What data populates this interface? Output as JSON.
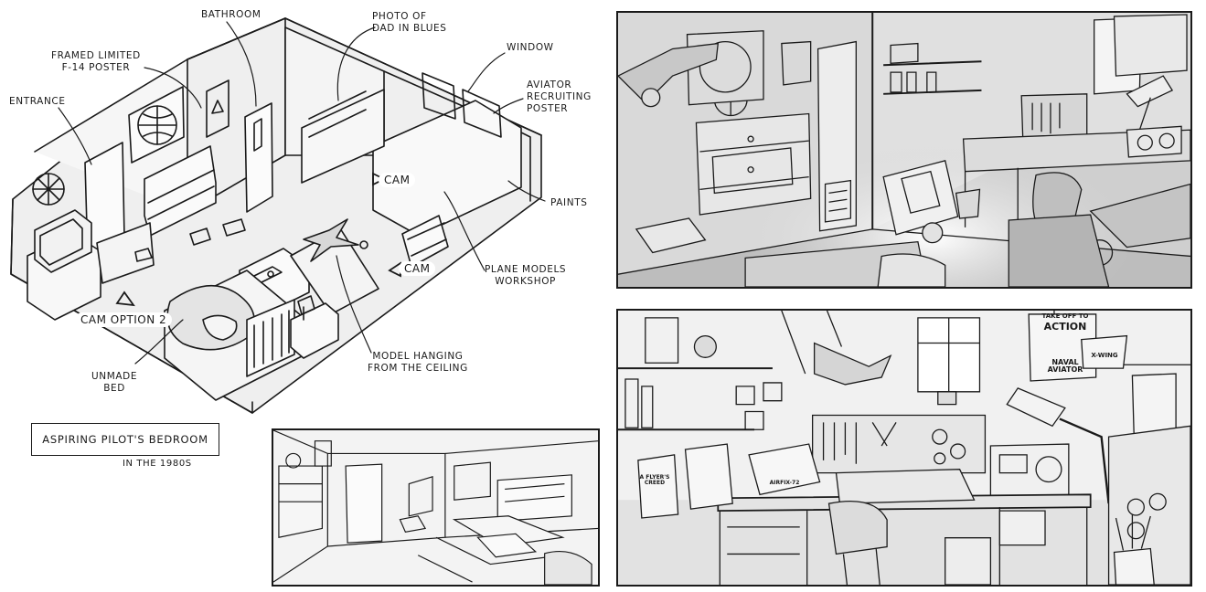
{
  "title": "Aspiring Pilot's Bedroom",
  "subtitle": "In the 1980s",
  "labels": {
    "bathroom": "Bathroom",
    "photo": "Photo of\nDad in Blues",
    "window": "Window",
    "poster_limited": "Framed Limited\nF-14 Poster",
    "aviator_poster": "Aviator\nRecruiting\nPoster",
    "entrance": "Entrance",
    "paints": "Paints",
    "workshop": "Plane Models\nWorkshop",
    "hanging_model": "Model Hanging\nFrom the Ceiling",
    "bed": "Unmade\nBed"
  },
  "cams": {
    "cam1": "CAM",
    "cam2": "CAM",
    "cam_option2": "CAM OPTION 2"
  },
  "posters": {
    "take_off": "Take off to",
    "action": "Action",
    "naval_aviator": "Naval Aviator",
    "xwing": "X-Wing",
    "flyers_creed": "A Flyer's Creed",
    "airfix": "Airfix-72"
  },
  "colors": {
    "ink": "#1a1a1a",
    "paper": "#ffffff",
    "panel_bg": "#ececec"
  }
}
